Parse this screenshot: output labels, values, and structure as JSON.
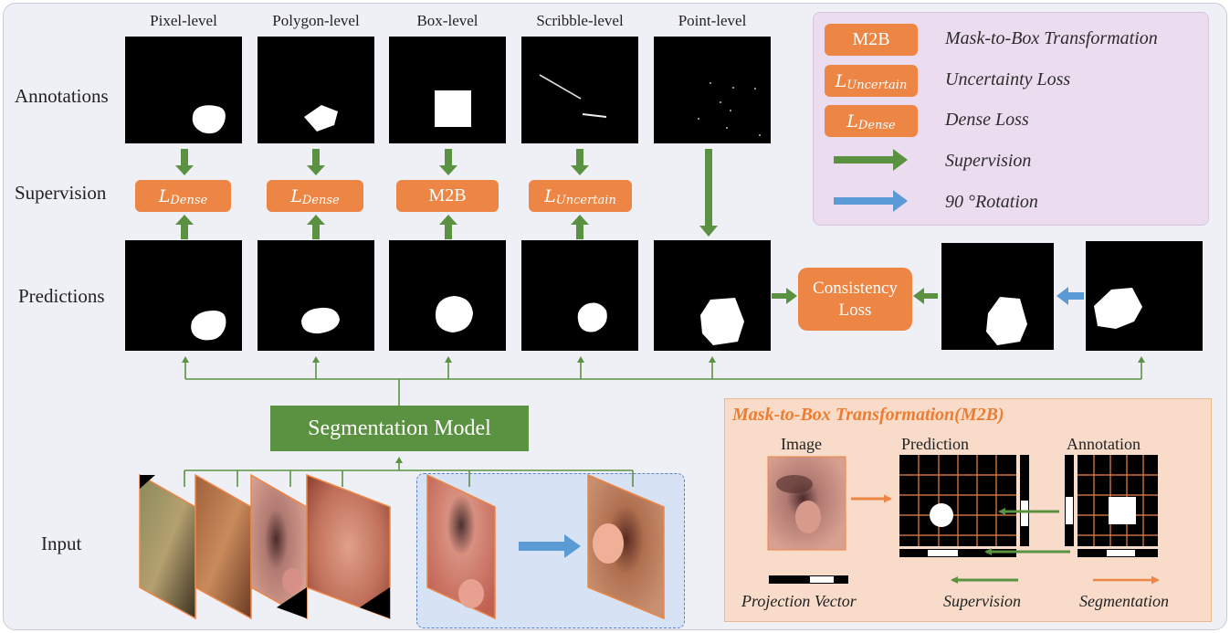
{
  "columns": {
    "pixel": "Pixel-level",
    "polygon": "Polygon-level",
    "box": "Box-level",
    "scribble": "Scribble-level",
    "point": "Point-level"
  },
  "rows": {
    "annotations": "Annotations",
    "supervision": "Supervision",
    "predictions": "Predictions",
    "input": "Input"
  },
  "losses": {
    "L": "L",
    "dense_sub": "Dense",
    "uncertain_sub": "Uncertain",
    "m2b": "M2B"
  },
  "consistency_loss": "Consistency Loss",
  "segmentation_model": "Segmentation Model",
  "legend": {
    "m2b_desc": "Mask-to-Box Transformation",
    "uncertain_desc": "Uncertainty Loss",
    "dense_desc": "Dense Loss",
    "supervision": "Supervision",
    "rotation": "90 °Rotation"
  },
  "m2b_panel": {
    "title": "Mask-to-Box Transformation(M2B)",
    "image": "Image",
    "prediction": "Prediction",
    "annotation": "Annotation",
    "projection_vector": "Projection Vector",
    "supervision": "Supervision",
    "segmentation": "Segmentation"
  },
  "colors": {
    "orange": "#ed8544",
    "green": "#5b9242",
    "blue": "#5b9bd5",
    "legend_bg": "#ecdcef",
    "m2b_bg": "#f8dcc9"
  }
}
